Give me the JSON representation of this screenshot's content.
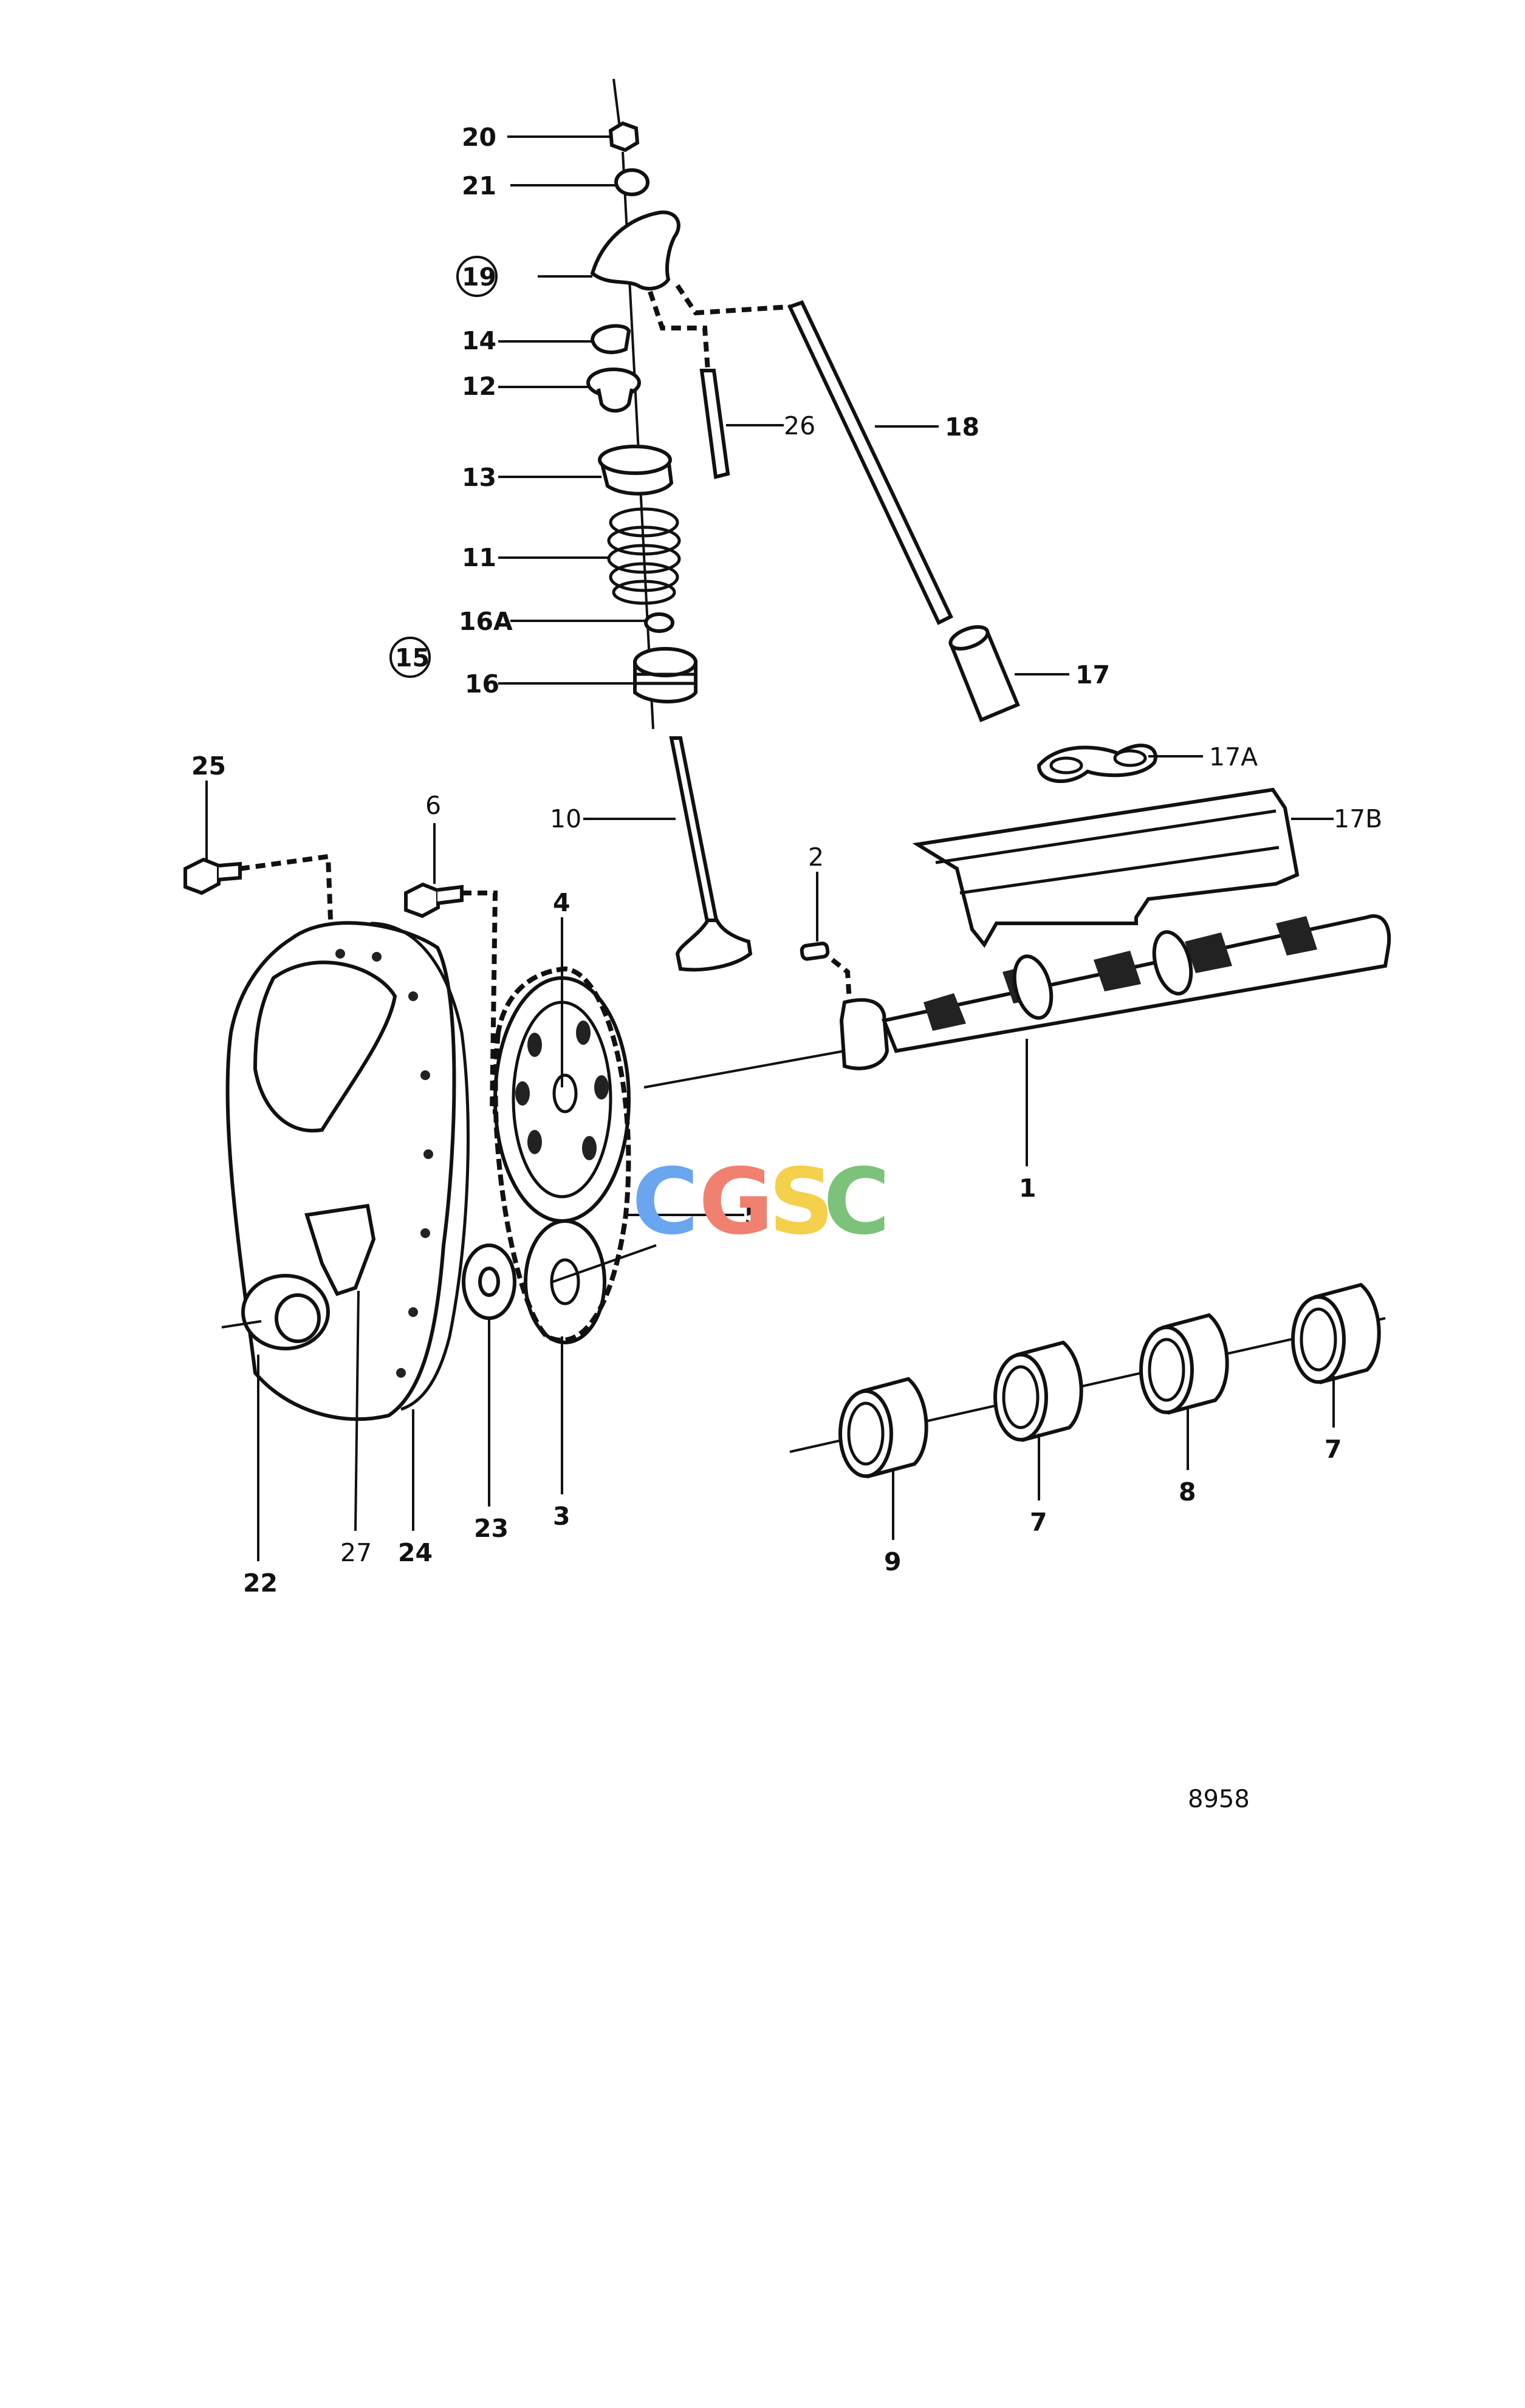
{
  "figure_number": "8958",
  "watermark": {
    "letters": [
      "C",
      "G",
      "S",
      "C"
    ],
    "colors": [
      "#6aa6f0",
      "#f08070",
      "#f4d04c",
      "#7cc27a"
    ]
  },
  "labels": {
    "l20": "20",
    "l21": "21",
    "l19": "19",
    "l14": "14",
    "l12": "12",
    "l13": "13",
    "l11": "11",
    "l16A": "16A",
    "l15": "15",
    "l16": "16",
    "l26": "26",
    "l18": "18",
    "l17": "17",
    "l17A": "17A",
    "l17B": "17B",
    "l25": "25",
    "l6": "6",
    "l10": "10",
    "l2": "2",
    "l4": "4",
    "l1": "1",
    "l5": "5",
    "l3": "3",
    "l22": "22",
    "l27": "27",
    "l24": "24",
    "l23": "23",
    "l9": "9",
    "l7a": "7",
    "l8": "8",
    "l7b": "7"
  }
}
